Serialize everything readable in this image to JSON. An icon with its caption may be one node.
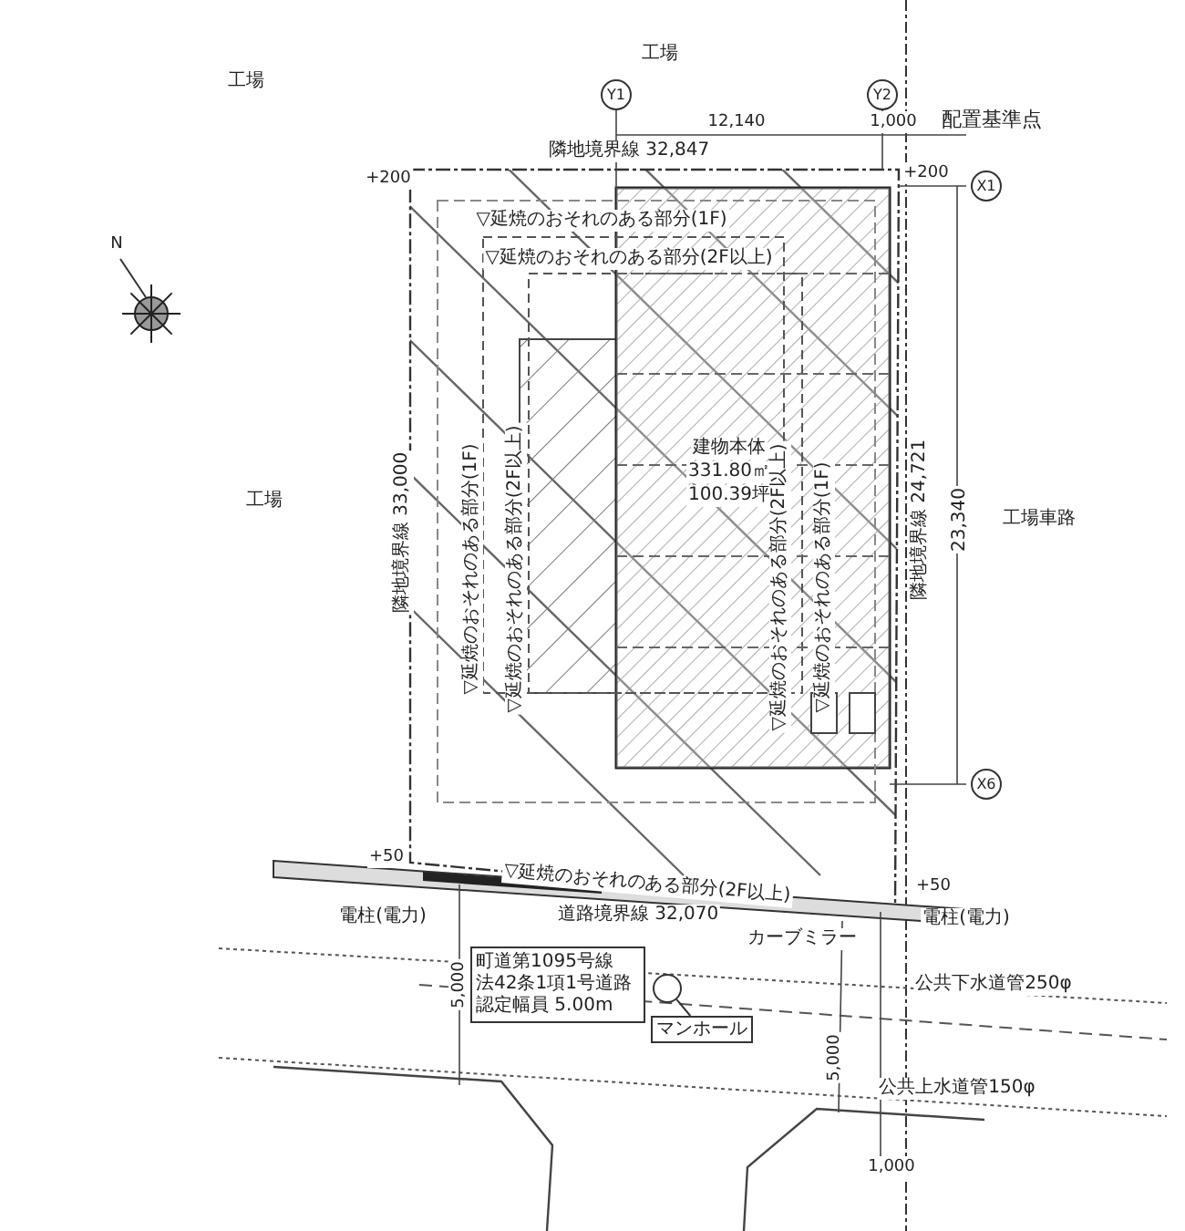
{
  "diagram": {
    "nodes": [
      {
        "text": [
          "町道第1095号線",
          "法42条1項1号道路",
          "認定幅員 5.00m"
        ]
      },
      {
        "text": [
          "マンホール"
        ]
      },
      {
        "text": [],
        "shape": "circle"
      }
    ],
    "edges": [
      {
        "from": 1,
        "to": 2,
        "arrow": "none"
      }
    ],
    "labels": [
      "工場",
      "工場",
      "Y1",
      "Y2",
      "12,140",
      "1,000",
      "配置基準点",
      "隣地境界線 32,847",
      "+200",
      "+200",
      "X1",
      "N",
      "▽延焼のおそれのある部分(1F)",
      "▽延焼のおそれのある部分(2F以上)",
      "工場",
      "隣地境界線 33,000",
      "▽延焼のおそれのある部分(1F)",
      "▽延焼のおそれのある部分(2F以上)",
      "建物本体",
      "331.80㎡",
      "100.39坪",
      "▽延焼のおそれのある部分(2F以上)",
      "▽延焼のおそれのある部分(1F)",
      "隣地境界線 24,721",
      "23,340",
      "工場車路",
      "X6",
      "+50",
      "▽延焼のおそれのある部分(2F以上)",
      "+50",
      "電柱(電力)",
      "道路境界線 32,070",
      "電柱(電力)",
      "カーブミラー",
      "5,000",
      "公共下水道管250φ",
      "5,000",
      "公共上水道管150φ",
      "1,000"
    ]
  }
}
